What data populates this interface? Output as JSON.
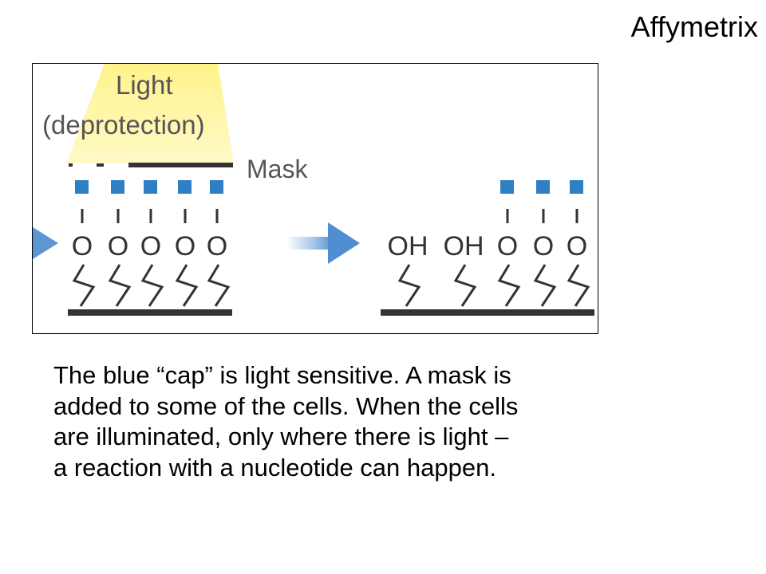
{
  "brand": "Affymetrix",
  "diagram": {
    "light_label_line1": "Light",
    "light_label_line2": "(deprotection)",
    "mask_label": "Mask",
    "before_groups": [
      "O",
      "O",
      "O",
      "O",
      "O"
    ],
    "after_groups": [
      "OH",
      "OH",
      "O",
      "O",
      "O"
    ]
  },
  "caption": {
    "lines": [
      "The blue “cap” is light sensitive. A mask is",
      "added to some of the cells. When the cells",
      "are illuminated, only where there is light –",
      "a reaction with a nucleotide can happen."
    ]
  },
  "colors": {
    "cap_blue": "#2f7fc4",
    "arrow_blue": "#5d97d3",
    "light_yellow": "#fff59a"
  }
}
